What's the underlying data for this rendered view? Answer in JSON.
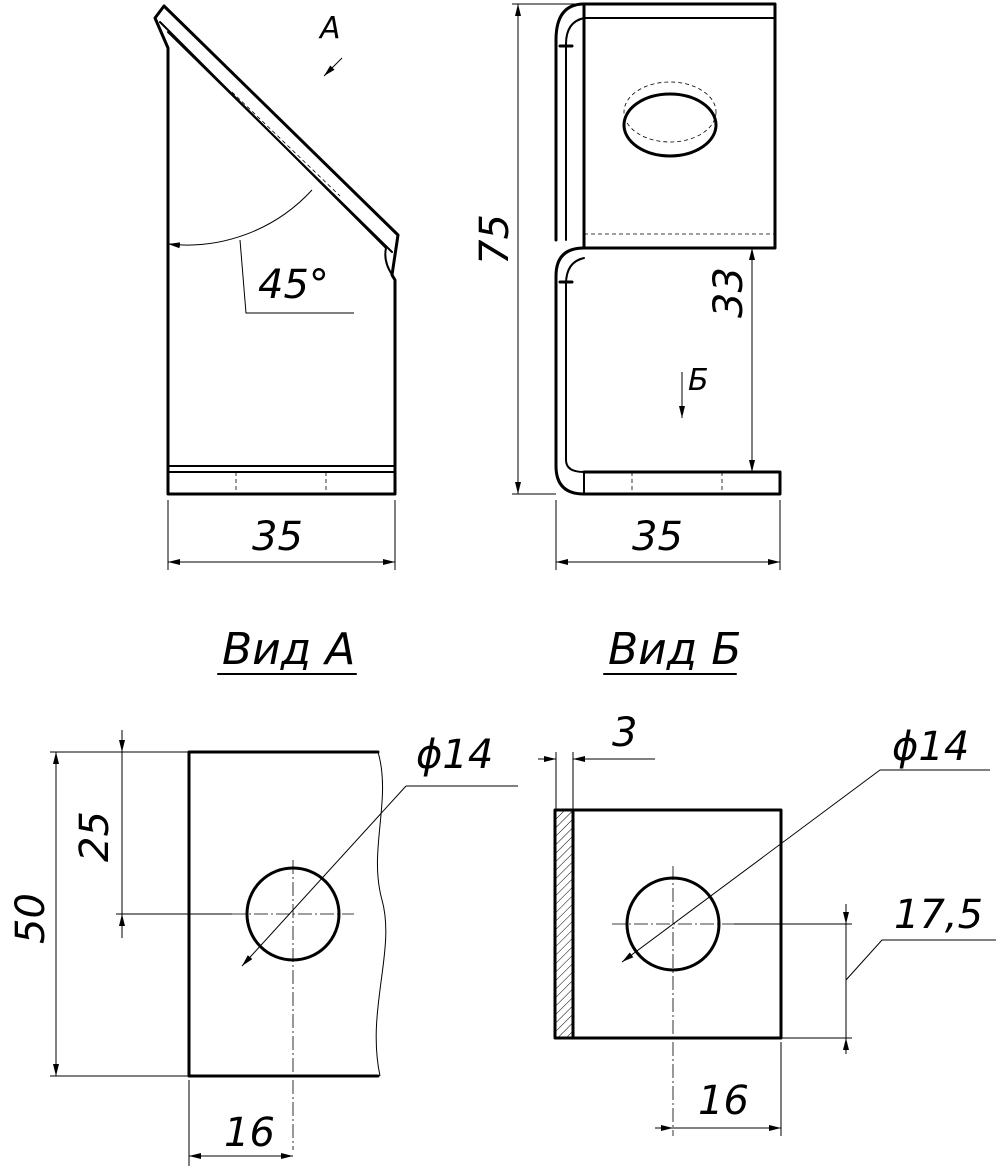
{
  "top_left_view": {
    "view_arrow_label": "А",
    "angle_label": "45°",
    "width_label": "35"
  },
  "top_right_view": {
    "height_label": "75",
    "flange_label": "33",
    "view_arrow_label": "Б",
    "width_label": "35"
  },
  "view_a": {
    "title": "Вид А",
    "diameter_label": "ϕ14",
    "height_label": "50",
    "half_label": "25",
    "offset_label": "16"
  },
  "view_b": {
    "title": "Вид Б",
    "thickness_label": "3",
    "diameter_label": "ϕ14",
    "center_label": "17,5",
    "offset_label": "16"
  }
}
